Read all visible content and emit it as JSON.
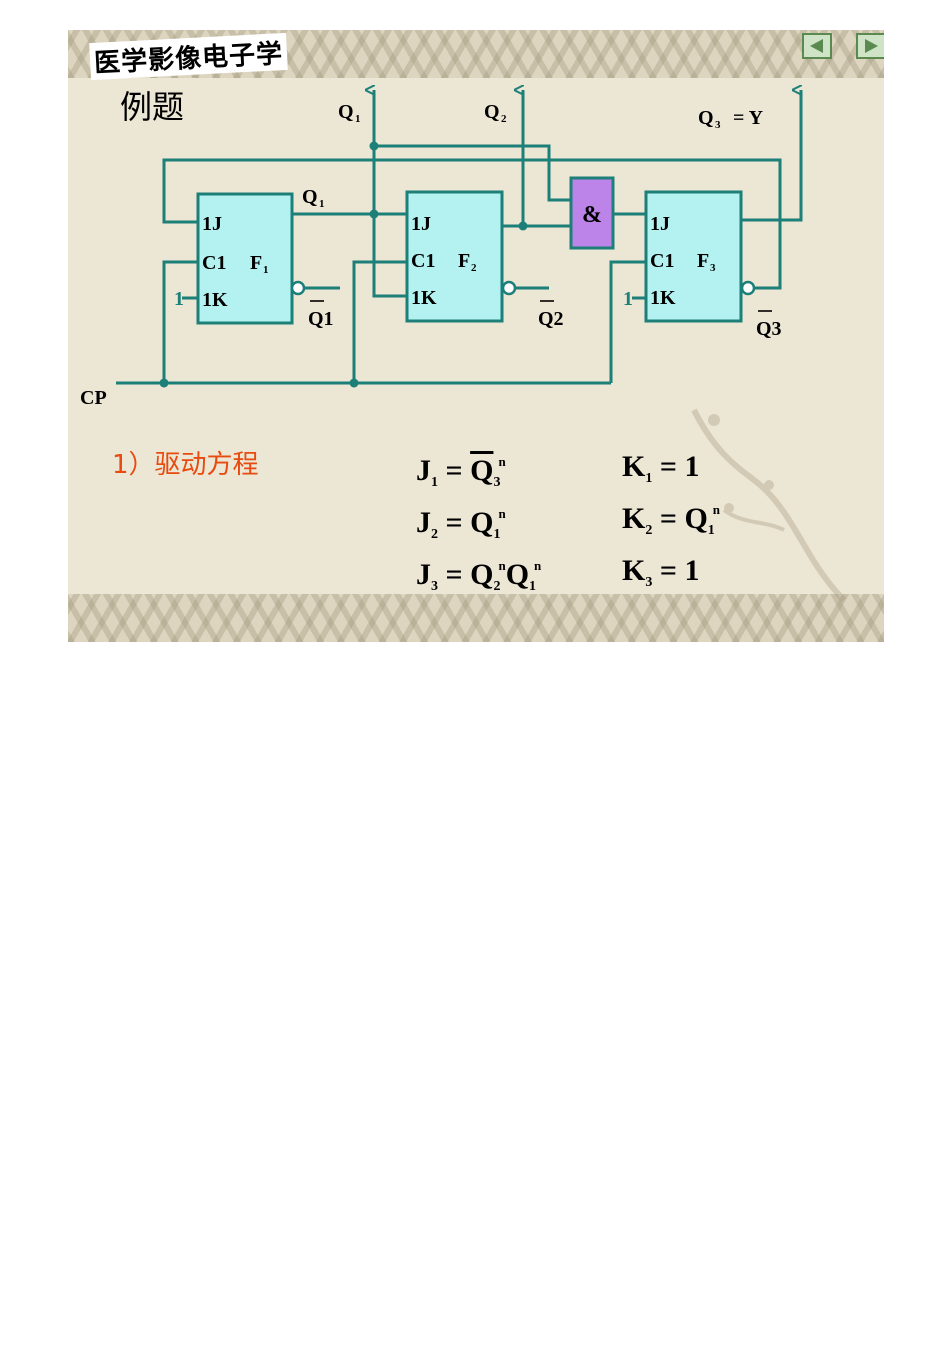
{
  "header": {
    "course_title": "医学影像电子学",
    "slide_title": "例题"
  },
  "nav": {
    "prev_label": "◀",
    "next_label": "▶"
  },
  "circuit": {
    "flipflops": [
      {
        "name": "F",
        "index": "1",
        "pins": [
          "1J",
          "C1",
          "1K"
        ]
      },
      {
        "name": "F",
        "index": "2",
        "pins": [
          "1J",
          "C1",
          "1K"
        ]
      },
      {
        "name": "F",
        "index": "3",
        "pins": [
          "1J",
          "C1",
          "1K"
        ]
      }
    ],
    "gate_symbol": "&",
    "outputs": {
      "q1": "Q",
      "q1_sub": "1",
      "q2": "Q",
      "q2_sub": "2",
      "q3": "Q",
      "q3_sub": "3",
      "q3_eq": "= Y"
    },
    "qbar": [
      "Q1",
      "Q2",
      "Q3"
    ],
    "clock": "CP",
    "const_one": "1"
  },
  "section": {
    "title": "1）驱动方程"
  },
  "equations": {
    "j1": {
      "lhs": "J",
      "lhs_sub": "1",
      "rhs": "Q",
      "rhs_sub": "3",
      "rhs_sup": "n",
      "overline": true
    },
    "j2": {
      "lhs": "J",
      "lhs_sub": "2",
      "rhs": "Q",
      "rhs_sub": "1",
      "rhs_sup": "n"
    },
    "j3": {
      "lhs": "J",
      "lhs_sub": "3",
      "rhs_a": "Q",
      "rhs_a_sub": "2",
      "rhs_a_sup": "n",
      "rhs_b": "Q",
      "rhs_b_sub": "1",
      "rhs_b_sup": "n"
    },
    "k1": {
      "lhs": "K",
      "lhs_sub": "1",
      "rhs": "1"
    },
    "k2": {
      "lhs": "K",
      "lhs_sub": "2",
      "rhs": "Q",
      "rhs_sub": "1",
      "rhs_sup": "n"
    },
    "k3": {
      "lhs": "K",
      "lhs_sub": "3",
      "rhs": "1"
    }
  },
  "colors": {
    "wire": "#1c7f78",
    "flipflop_fill": "#b4f2f2",
    "gate_fill": "#bc84e8",
    "section_title": "#e84a10"
  }
}
